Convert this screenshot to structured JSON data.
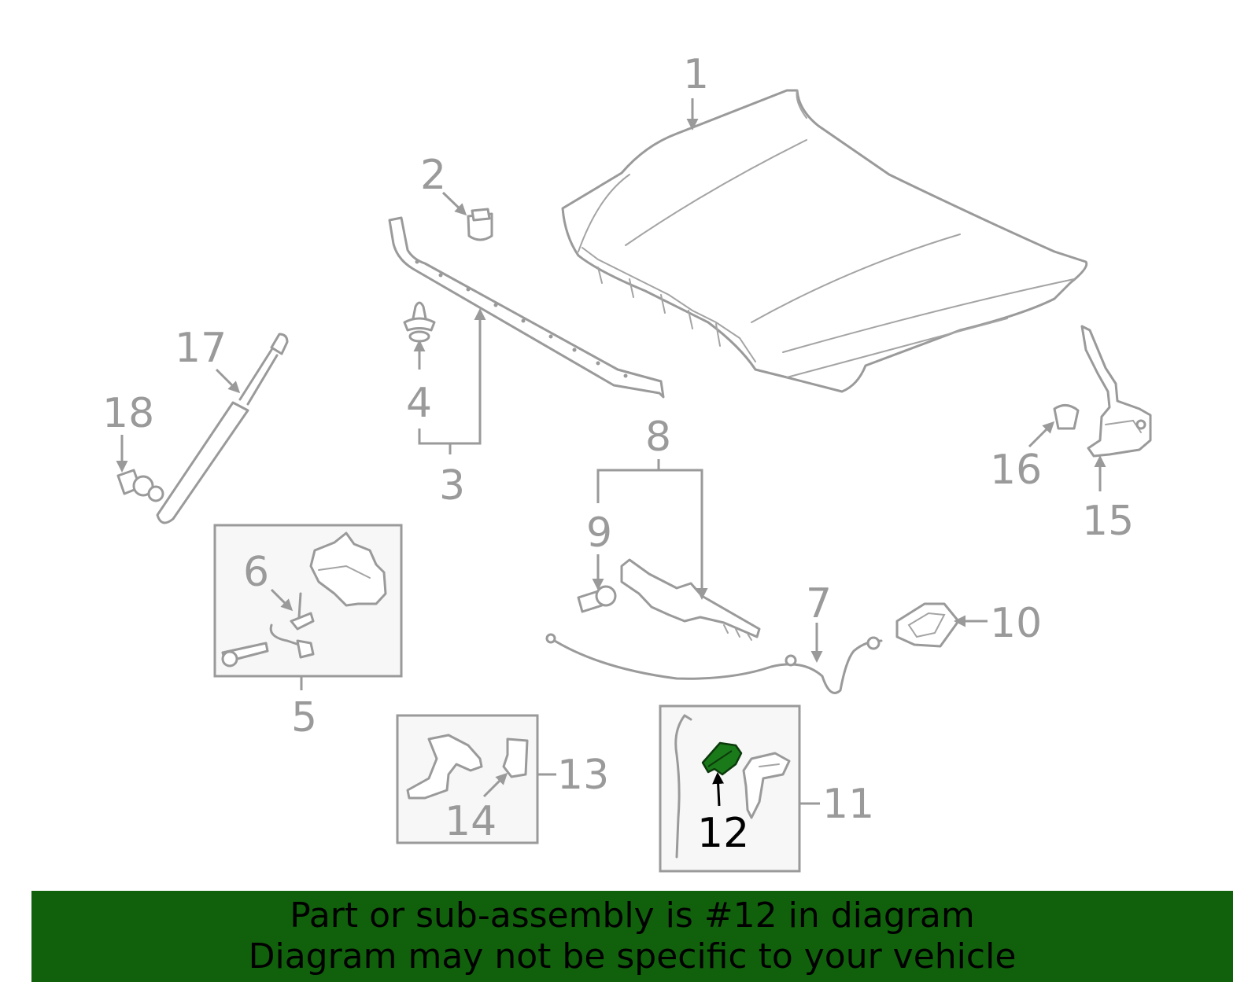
{
  "callouts": {
    "c1": "1",
    "c2": "2",
    "c3": "3",
    "c4": "4",
    "c5": "5",
    "c6": "6",
    "c7": "7",
    "c8": "8",
    "c9": "9",
    "c10": "10",
    "c11": "11",
    "c12": "12",
    "c13": "13",
    "c14": "14",
    "c15": "15",
    "c16": "16",
    "c17": "17",
    "c18": "18"
  },
  "highlighted_part": "12",
  "colors": {
    "banner_background": "#11610c",
    "highlight_fill": "#1a7a1a",
    "line_gray": "#9a9a9a"
  },
  "banner": {
    "line1": "Part or sub-assembly is #12 in diagram",
    "line2": "Diagram may not be specific to your vehicle"
  }
}
